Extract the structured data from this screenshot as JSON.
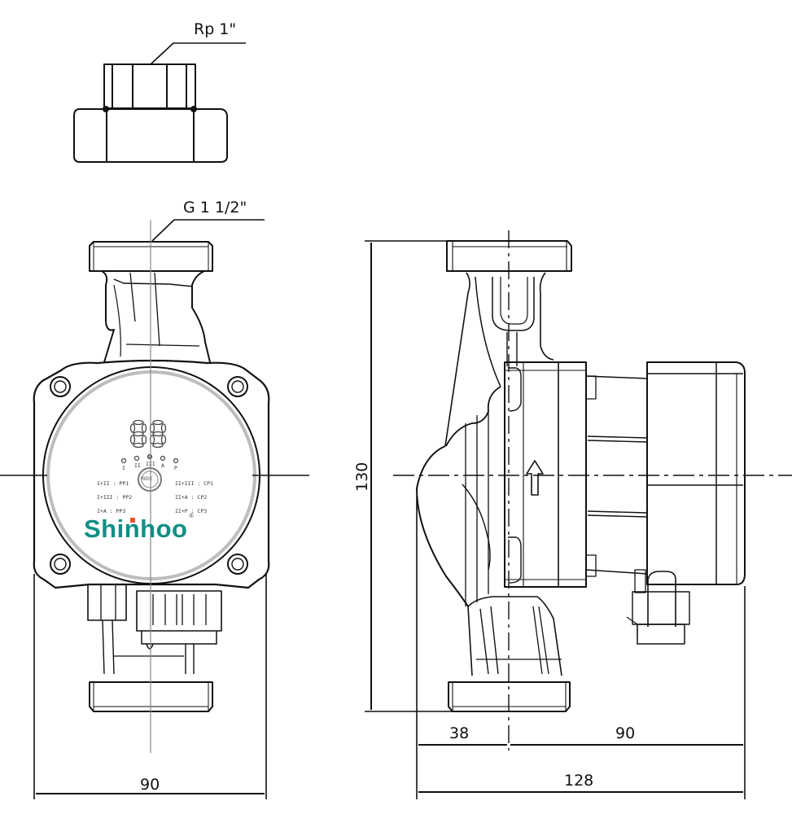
{
  "drawing": {
    "title": "Circulation pump dimensional drawing",
    "brand": {
      "name": "Shinhoo",
      "registered_mark": "®",
      "color": "#0f8f86",
      "accent_color": "#e8542a"
    },
    "callouts": {
      "union_thread": "Rp 1\"",
      "pump_thread": "G 1 1/2\""
    },
    "control_panel": {
      "button_label": "MODE",
      "indicators": [
        "I",
        "II",
        "III",
        "A",
        "P"
      ],
      "mode_legend_left": [
        {
          "combo": "I+II",
          "mode": "PP1"
        },
        {
          "combo": "I+III",
          "mode": "PP2"
        },
        {
          "combo": "I+A",
          "mode": "PP3"
        }
      ],
      "mode_legend_right": [
        {
          "combo": "II+III",
          "mode": "CP1"
        },
        {
          "combo": "II+A",
          "mode": "CP2"
        },
        {
          "combo": "II+P",
          "mode": "CP3"
        }
      ]
    },
    "dimensions": {
      "front_width": "90",
      "side_height": "130",
      "side_port_to_axis": "38",
      "side_axis_to_back": "90",
      "side_total_length": "128"
    },
    "flow_direction": "up-arrow"
  }
}
